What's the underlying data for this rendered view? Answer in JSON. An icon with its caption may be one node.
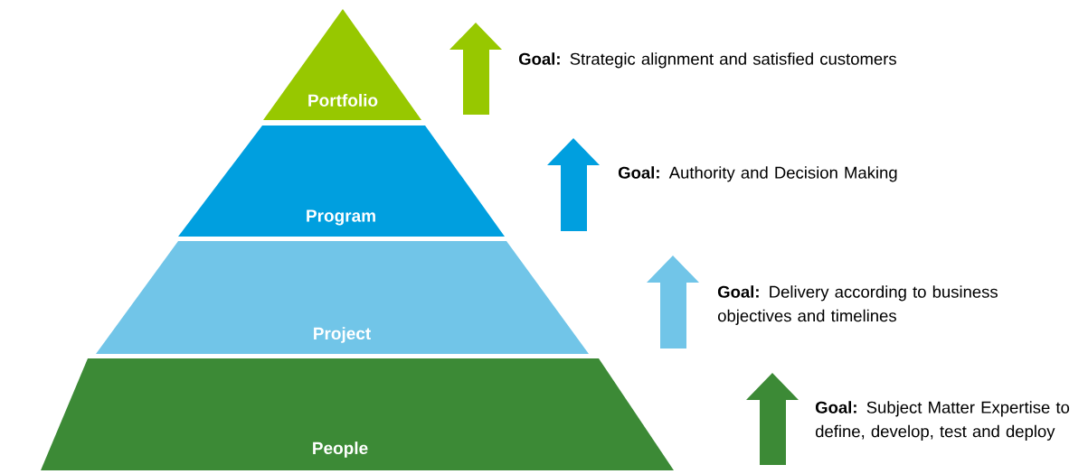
{
  "diagram": {
    "nodes": [
      {
        "text": [
          "Portfolio"
        ]
      },
      {
        "text": [
          "Program"
        ]
      },
      {
        "text": [
          "Project"
        ]
      },
      {
        "text": [
          "People"
        ]
      }
    ],
    "labels": [
      "**Goal:** Strategic alignment and satisfied customers",
      "**Goal:** Authority and Decision Making",
      "**Goal:** Delivery according to business objectives and timelines",
      "**Goal:** Subject Matter Expertise to define, develop, test and deploy"
    ]
  }
}
